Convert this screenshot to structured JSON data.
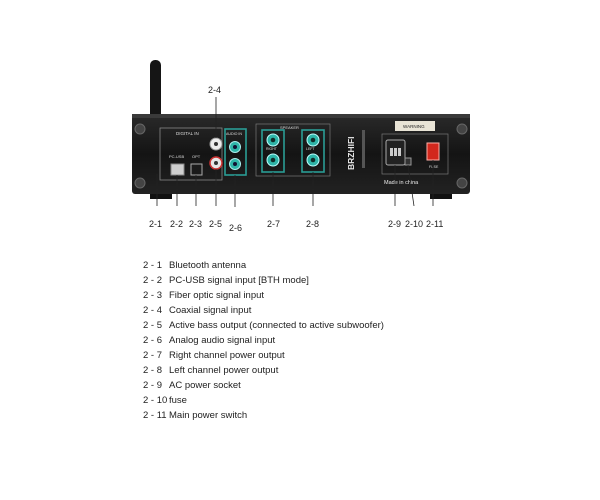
{
  "device": {
    "brand": "BRZHIFI",
    "made_in": "Made in china",
    "panel_labels": {
      "digital": "DIGITAL IN",
      "usb": "PC-USB",
      "opt": "OPT",
      "audio_in": "AUDIO IN",
      "speaker": "SPEAKER",
      "right": "RIGHT",
      "left": "LEFT",
      "warning": "WARNING",
      "fuse": "FUSE"
    }
  },
  "callouts": [
    {
      "code": "2-1"
    },
    {
      "code": "2-2"
    },
    {
      "code": "2-3"
    },
    {
      "code": "2-4"
    },
    {
      "code": "2-5"
    },
    {
      "code": "2-6"
    },
    {
      "code": "2-7"
    },
    {
      "code": "2-8"
    },
    {
      "code": "2-9"
    },
    {
      "code": "2-10"
    },
    {
      "code": "2-11"
    }
  ],
  "legend": [
    {
      "code": "2 - 1",
      "description": "Bluetooth antenna"
    },
    {
      "code": "2 - 2",
      "description": "PC-USB signal input [BTH mode]"
    },
    {
      "code": "2 - 3",
      "description": "Fiber optic signal input"
    },
    {
      "code": "2 - 4",
      "description": "Coaxial signal input"
    },
    {
      "code": "2 - 5",
      "description": "Active bass output (connected to active subwoofer)"
    },
    {
      "code": "2 - 6",
      "description": "Analog audio signal input"
    },
    {
      "code": "2 - 7",
      "description": "Right channel power output"
    },
    {
      "code": "2 - 8",
      "description": "Left channel power output"
    },
    {
      "code": "2 - 9",
      "description": "AC power socket"
    },
    {
      "code": "2 - 10",
      "description": "fuse"
    },
    {
      "code": "2 - 11",
      "description": "Main power switch"
    }
  ],
  "colors": {
    "chassis": "#1b1b1b",
    "highlight_box": "#2a9d95",
    "jack_teal": "#2fb5a8",
    "switch_red": "#d2281d",
    "leader_line": "#222222"
  }
}
